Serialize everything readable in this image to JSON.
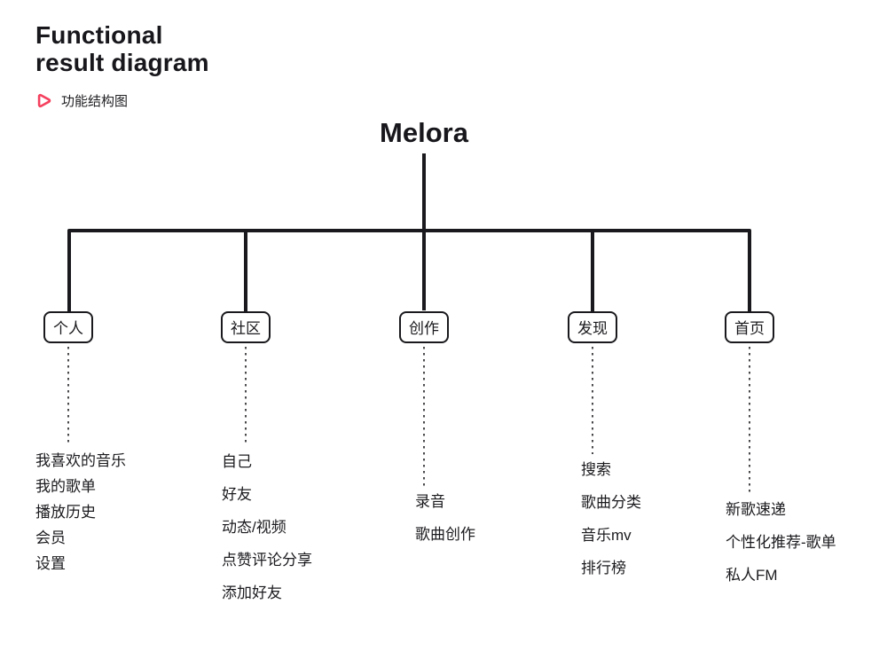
{
  "header": {
    "title_line1": "Functional",
    "title_line2": "result diagram",
    "subtitle": "功能结构图"
  },
  "colors": {
    "accent": "#f5415f",
    "line": "#1a1a1e",
    "text": "#1b1b1f"
  },
  "icons": {
    "subtitle_marker": "play-icon"
  },
  "tree": {
    "root": "Melora",
    "branches": [
      {
        "label": "个人",
        "items": [
          "我喜欢的音乐",
          "我的歌单",
          "播放历史",
          "会员",
          "设置"
        ]
      },
      {
        "label": "社区",
        "items": [
          "自己",
          "好友",
          "动态/视频",
          "点赞评论分享",
          "添加好友"
        ]
      },
      {
        "label": "创作",
        "items": [
          "录音",
          "歌曲创作"
        ]
      },
      {
        "label": "发现",
        "items": [
          "搜索",
          "歌曲分类",
          "音乐mv",
          "排行榜"
        ]
      },
      {
        "label": "首页",
        "items": [
          "新歌速递",
          "个性化推荐-歌单",
          "私人FM"
        ]
      }
    ]
  }
}
